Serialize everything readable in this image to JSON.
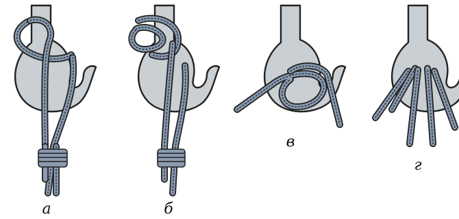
{
  "figures": [
    {
      "id": "a",
      "caption": "а"
    },
    {
      "id": "b",
      "caption": "б"
    },
    {
      "id": "v",
      "caption": "в"
    },
    {
      "id": "g",
      "caption": "г"
    }
  ],
  "colors": {
    "hook": "#c9cfd3",
    "rope": "#8a9bb0",
    "outline": "#222222"
  }
}
